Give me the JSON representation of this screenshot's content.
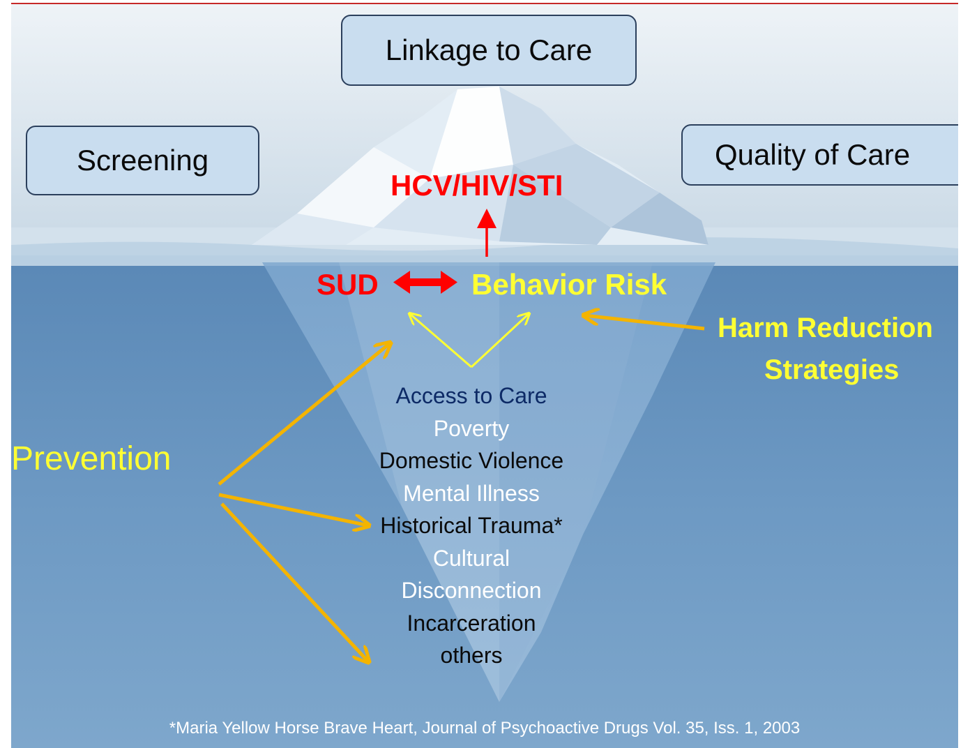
{
  "boxes": {
    "top": "Linkage to Care",
    "left": "Screening",
    "right": "Quality of Care"
  },
  "labels": {
    "outcome": "HCV/HIV/STI",
    "sud": "SUD",
    "behavior": "Behavior Risk",
    "harm_line1": "Harm Reduction",
    "harm_line2": "Strategies",
    "prevention": "Prevention"
  },
  "factors": [
    "Access to Care",
    "Poverty",
    "Domestic Violence",
    "Mental Illness",
    "Historical Trauma*",
    "Cultural",
    "Disconnection",
    "Incarceration",
    "others"
  ],
  "citation": "*Maria Yellow Horse Brave Heart, Journal of Psychoactive Drugs Vol. 35, Iss. 1, 2003",
  "colors": {
    "sky_top": "#e7eef3",
    "water": "#6b97c1",
    "red": "#ff0000",
    "yellow": "#ffff33",
    "orange_arrow": "#f4b400",
    "dark_blue_text": "#0d2a66"
  }
}
